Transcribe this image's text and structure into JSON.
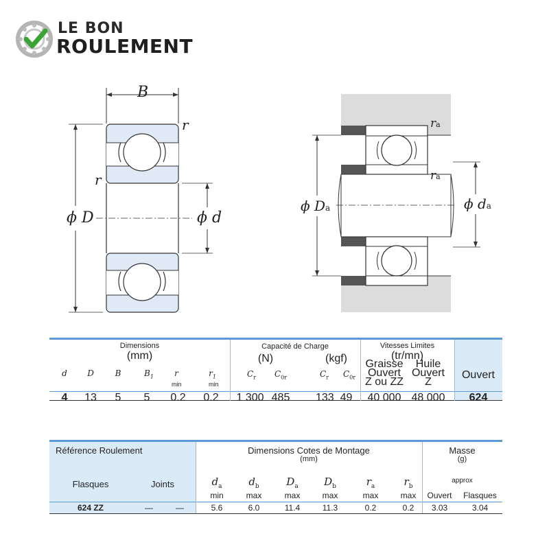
{
  "logo": {
    "line1": "LE BON",
    "line2": "ROULEMENT",
    "colors": {
      "check": "#3aa335",
      "ring": "#b0b0b0"
    }
  },
  "diagram_left": {
    "labels": {
      "B": "B",
      "r_top": "r",
      "r_left": "r",
      "D": "ϕ D",
      "d": "ϕ d"
    }
  },
  "diagram_right": {
    "labels": {
      "ra_top": "r",
      "ra_top_sub": "a",
      "ra_mid": "r",
      "ra_mid_sub": "a",
      "Da": "ϕ D",
      "Da_sub": "a",
      "da": "ϕ d",
      "da_sub": "a"
    }
  },
  "table1": {
    "group_dimensions": "Dimensions",
    "group_dimensions_unit": "(mm)",
    "group_capacity": "Capacité de Charge",
    "capacity_unit_n": "(N)",
    "capacity_unit_kgf": "(kgf)",
    "group_speed": "Vitesses Limites",
    "speed_unit": "(tr/mn)",
    "speed_col1": [
      "Graisse",
      "Ouvert",
      "Z ou ZZ"
    ],
    "speed_col2": [
      "Huile",
      "Ouvert",
      "Z"
    ],
    "ref_col": "Ouvert",
    "cols": [
      "d",
      "D",
      "B",
      "B",
      "r",
      "r",
      "C",
      "C",
      "C",
      "C"
    ],
    "col_subs": [
      "",
      "",
      "",
      "1",
      "",
      "1",
      "r",
      "0r",
      "r",
      "0r"
    ],
    "min_labels": [
      "min",
      "min"
    ],
    "row": [
      "4",
      "13",
      "5",
      "5",
      "0.2",
      "0.2",
      "1 300",
      "485",
      "133",
      "49",
      "40 000",
      "48 000",
      "624"
    ]
  },
  "table2": {
    "ref_title": "Référence Roulement",
    "flasques": "Flasques",
    "joints": "Joints",
    "group_mount": "Dimensions Cotes de Montage",
    "group_mount_unit": "(mm)",
    "group_mass": "Masse",
    "group_mass_unit": "(g)",
    "approx": "approx",
    "cols": [
      "d",
      "d",
      "D",
      "D",
      "r",
      "r"
    ],
    "col_subs": [
      "a",
      "b",
      "a",
      "b",
      "a",
      "b"
    ],
    "limits": [
      "min",
      "max",
      "max",
      "max",
      "max",
      "max"
    ],
    "mass_cols": [
      "Ouvert",
      "Flasques"
    ],
    "row": [
      "624  ZZ",
      "—",
      "—",
      "5.6",
      "6.0",
      "11.4",
      "11.3",
      "0.2",
      "0.2",
      "3.03",
      "3.04"
    ]
  }
}
